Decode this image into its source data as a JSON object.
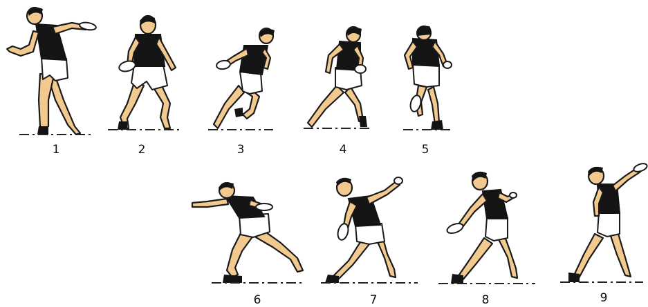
{
  "frames": [
    {
      "label": "1"
    },
    {
      "label": "2"
    },
    {
      "label": "3"
    },
    {
      "label": "4"
    },
    {
      "label": "5"
    },
    {
      "label": "6"
    },
    {
      "label": "7"
    },
    {
      "label": "8"
    },
    {
      "label": "9"
    }
  ],
  "colors": {
    "skin": "#f2c98f",
    "shirt": "#141414",
    "shorts": "#ffffff",
    "outline": "#1a1a1a",
    "background": "#ffffff"
  }
}
